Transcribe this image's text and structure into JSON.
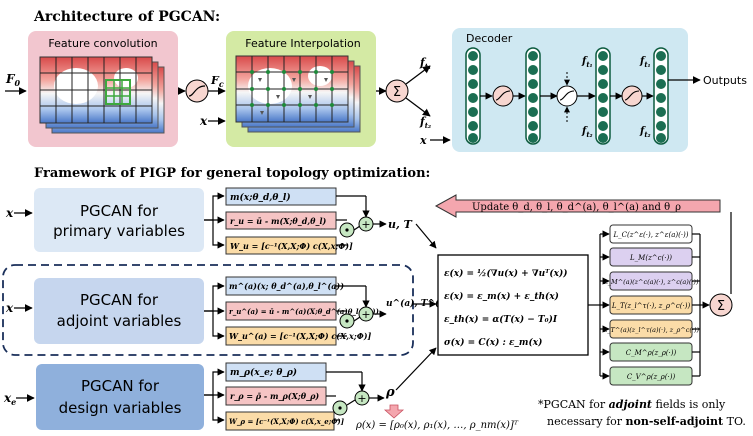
{
  "top": {
    "section_title": "Architecture of PGCAN:",
    "feature_conv_label": "Feature convolution",
    "feature_interp_label": "Feature Interpolation",
    "decoder_label": "Decoder",
    "input_f0": "F",
    "input_f0_sub": "0",
    "fc_label": "F",
    "fc_sub": "c",
    "x_label": "x",
    "sum_symbol": "Σ",
    "f_t1": "f",
    "f_t1_sub": "t₁",
    "f_t2": "f",
    "f_t2_sub": "t₂",
    "outputs_label": "Outputs"
  },
  "bottom": {
    "section_title": "Framework of PIGP for general topology optimization:",
    "pgcan_primary": [
      "PGCAN for",
      "primary variables"
    ],
    "pgcan_adjoint": [
      "PGCAN for",
      "adjoint variables"
    ],
    "pgcan_design": [
      "PGCAN for",
      "design variables"
    ],
    "primary_eqs": [
      "m(x;θ_d,θ_l)",
      "r_u = ū - m(X;θ_d,θ_l)",
      "W_u = [c⁻¹(X,X;Φ) c(X,x;Φ)]"
    ],
    "adjoint_eqs": [
      "m^(a)(x; θ_d^(a),θ_l^(a))",
      "r_u^(a) = ū - m^(a)(X;θ_d^(a)θ_l^(a))",
      "W_u^(a) = [c⁻¹(X,X;Φ) c(X,x;Φ)]"
    ],
    "design_eqs": [
      "m_ρ(x_e; θ_ρ)",
      "r_ρ = ρ̄ - m_ρ(X;θ_ρ)",
      "W_ρ = [c⁻¹(X,X;Φ) c(X,x_e;Φ)]"
    ],
    "primary_out": "u, T",
    "adjoint_out": "u^(a), T^(a)",
    "design_out": "ρ",
    "x_in": "x",
    "xe_in": "x_e",
    "update_label": "Update θ_d, θ_l, θ_d^(a), θ_l^(a) and θ_ρ",
    "equations": [
      "ε(x) = ½(∇u(x) + ∇uᵀ(x))",
      "ε(x) = ε_m(x) + ε_th(x)",
      "ε_th(x) = α(T(x) − T₀)I",
      "σ(x) = C(x) : ε_m(x)"
    ],
    "losses": [
      "L_C(z^ε(·), z^ε(a)(·))",
      "L_M(z^c(·))",
      "L_M^(a)(z^c(a)(·), z^c(a)(·))",
      "L_T(z_l^τ(·), z_ρ^c(·))",
      "L_T^(a)(z_l^τ(a)(·), z_ρ^c(·))",
      "C_M^ρ(z_ρ(·))",
      "C_V^ρ(z_ρ(·))"
    ],
    "rho_def": "ρ(x) = [ρ₀(x), ρ₁(x), …, ρ_nm(x)]ᵀ",
    "note_line1_prefix": "*PGCAN for ",
    "note_line1_bold": "adjoint",
    "note_line1_suffix": " fields is only",
    "note_line2_prefix": "necessary for ",
    "note_line2_bold": "non-self-adjoint",
    "note_line2_suffix": " TO."
  },
  "colors": {
    "conv_bg": "#f2c6cf",
    "interp_bg": "#d4eaa4",
    "decoder_bg": "#cfe8f2",
    "primary_box": "#dce8f5",
    "adjoint_box": "#c6d6ee",
    "design_box": "#8fb0dc",
    "eq_blue": "#cfe0f4",
    "eq_red": "#f5c4c4",
    "eq_orange": "#fbdca8",
    "update_arrow": "#f4a6ae",
    "node_green": "#1b6e52",
    "loss_colors": [
      "#ffffff",
      "#dcd0f0",
      "#dcd0f0",
      "#fbdca8",
      "#fbdca8",
      "#c6e7c2",
      "#c6e7c2"
    ]
  }
}
